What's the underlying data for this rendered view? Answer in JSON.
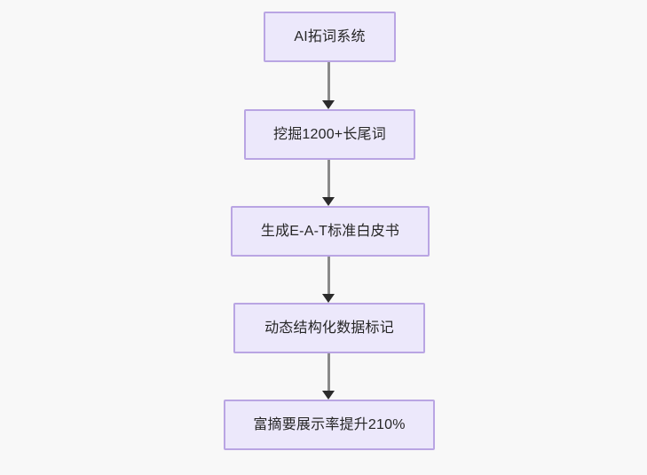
{
  "diagram": {
    "type": "flowchart",
    "orientation": "top-to-bottom",
    "background_color": "#f8f8f8",
    "node_fill_color": "#ece8fb",
    "node_border_color": "#b9a5e3",
    "node_text_color": "#262626",
    "edge_color": "#8a8a8a",
    "arrowhead_color": "#2b2b2b",
    "nodes": [
      {
        "id": "node-0",
        "label": "AI拓词系统"
      },
      {
        "id": "node-1",
        "label": "挖掘1200+长尾词"
      },
      {
        "id": "node-2",
        "label": "生成E-A-T标准白皮书"
      },
      {
        "id": "node-3",
        "label": "动态结构化数据标记"
      },
      {
        "id": "node-4",
        "label": "富摘要展示率提升210%"
      }
    ],
    "edges": [
      {
        "id": "edge-0",
        "from": "node-0",
        "to": "node-1",
        "label": ""
      },
      {
        "id": "edge-1",
        "from": "node-1",
        "to": "node-2",
        "label": ""
      },
      {
        "id": "edge-2",
        "from": "node-2",
        "to": "node-3",
        "label": ""
      },
      {
        "id": "edge-3",
        "from": "node-3",
        "to": "node-4",
        "label": ""
      }
    ]
  }
}
